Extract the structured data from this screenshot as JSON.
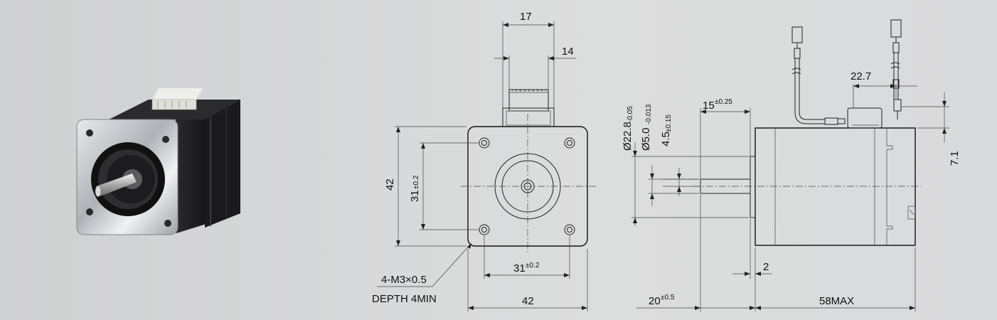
{
  "front_view": {
    "width_dim": "17",
    "connector_dim": "14",
    "height_dim": "42",
    "hole_vertical_dim": "31",
    "hole_vertical_tol": "±0.2",
    "hole_horizontal_dim": "31",
    "hole_horizontal_tol": "±0.2",
    "width_bottom_dim": "42",
    "thread_note_1": "4-M3×0.5",
    "thread_note_2": "DEPTH 4MIN"
  },
  "side_view": {
    "pilot_dia": "Ø22.8",
    "pilot_tol": "-0.05",
    "shaft_dia": "Ø5.0",
    "shaft_tol": "-0.013",
    "flat_dim": "4.5",
    "flat_tol": "±0.15",
    "flat_len_dim": "15",
    "flat_len_tol": "±0.25",
    "lead_offset_dim": "22.7",
    "connector_height_dim": "7.1",
    "pilot_depth_dim": "2",
    "shaft_len_dim": "20",
    "shaft_len_tol": "±0.5",
    "body_len_dim": "58MAX"
  },
  "colors": {
    "motor_black": "#1b1b1d",
    "faceplate_silver": "#c9ccd0",
    "background": "#d6d7d8"
  }
}
